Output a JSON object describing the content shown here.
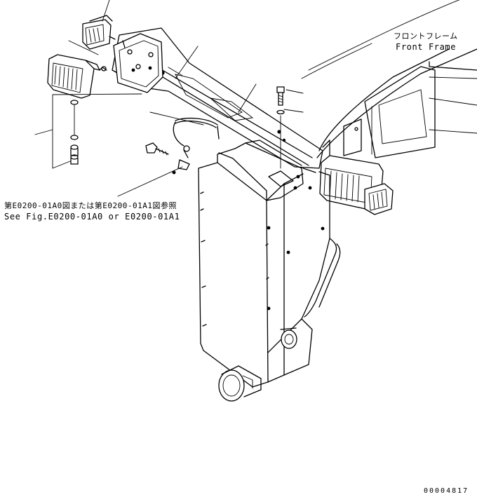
{
  "labels": {
    "front_frame_jp": "フロントフレーム",
    "front_frame_en": "Front Frame",
    "see_fig_jp": "第E0200-01A0図または第E0200-01A1図参照",
    "see_fig_en": "See Fig.E0200-01A0 or E0200-01A1"
  },
  "drawing_number": "00004817",
  "icons": {
    "left_work_lamp": "work-lamp-icon",
    "right_work_lamp": "work-lamp-icon",
    "front_frame": "frame-icon",
    "bracket": "bracket-icon",
    "wiring_harness": "harness-icon"
  },
  "colors": {
    "ink": "#000000",
    "paper": "#ffffff"
  }
}
